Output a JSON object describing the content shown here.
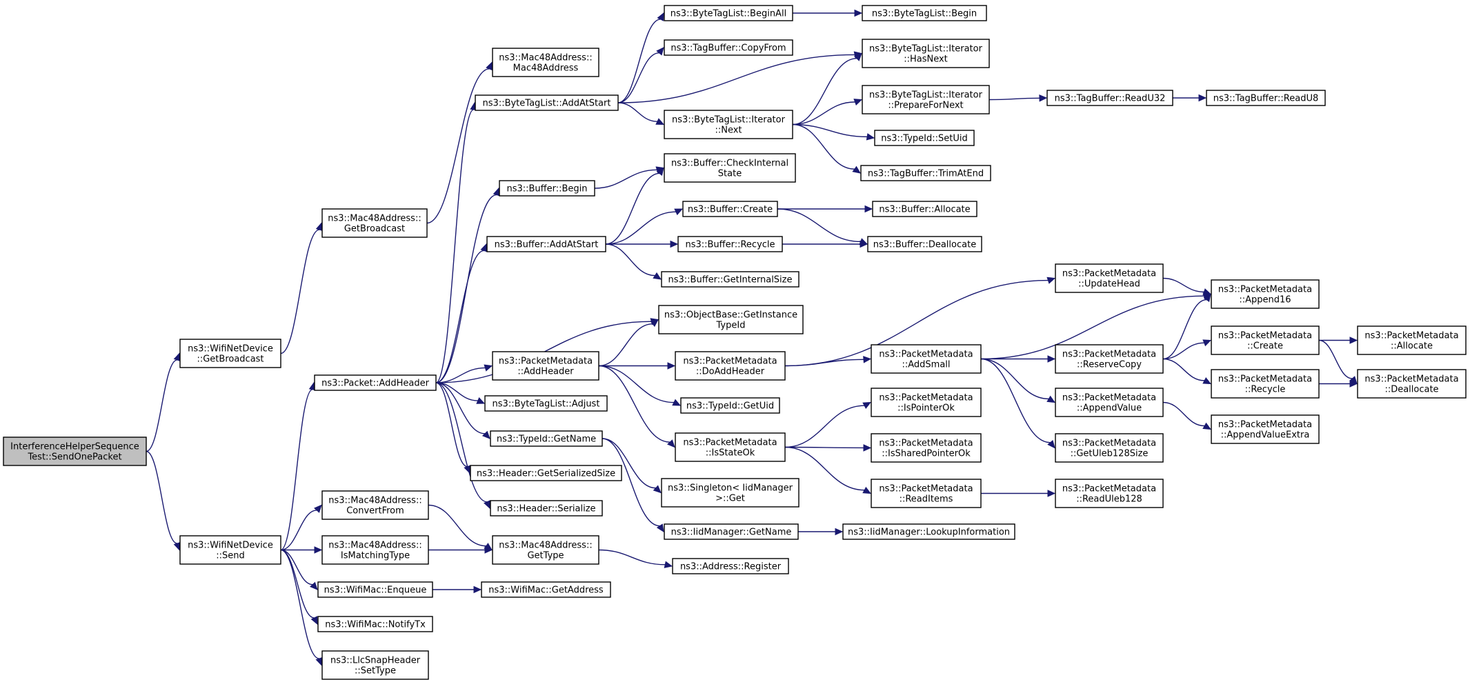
{
  "diagram": {
    "type": "call-graph",
    "root": "root",
    "colors": {
      "edge": "#191970",
      "root_fill": "#bfbfbf",
      "node_fill": "#ffffff",
      "border": "#000000"
    },
    "nodes": [
      {
        "id": "root",
        "lines": [
          "InterferenceHelperSequence",
          "Test::SendOnePacket"
        ]
      },
      {
        "id": "wnd_getbroadcast",
        "lines": [
          "ns3::WifiNetDevice",
          "::GetBroadcast"
        ]
      },
      {
        "id": "wnd_send",
        "lines": [
          "ns3::WifiNetDevice",
          "::Send"
        ]
      },
      {
        "id": "mac48_getbroadcast",
        "lines": [
          "ns3::Mac48Address::",
          "GetBroadcast"
        ]
      },
      {
        "id": "mac48_ctor",
        "lines": [
          "ns3::Mac48Address::",
          "Mac48Address"
        ]
      },
      {
        "id": "packet_addheader",
        "lines": [
          "ns3::Packet::AddHeader"
        ]
      },
      {
        "id": "mac48_convertfrom",
        "lines": [
          "ns3::Mac48Address::",
          "ConvertFrom"
        ]
      },
      {
        "id": "mac48_ismatchingtype",
        "lines": [
          "ns3::Mac48Address::",
          "IsMatchingType"
        ]
      },
      {
        "id": "wifimac_enqueue",
        "lines": [
          "ns3::WifiMac::Enqueue"
        ]
      },
      {
        "id": "wifimac_notifytx",
        "lines": [
          "ns3::WifiMac::NotifyTx"
        ]
      },
      {
        "id": "llcsnap_settype",
        "lines": [
          "ns3::LlcSnapHeader",
          "::SetType"
        ]
      },
      {
        "id": "btl_addatstart",
        "lines": [
          "ns3::ByteTagList::AddAtStart"
        ]
      },
      {
        "id": "buffer_begin",
        "lines": [
          "ns3::Buffer::Begin"
        ]
      },
      {
        "id": "buffer_addatstart",
        "lines": [
          "ns3::Buffer::AddAtStart"
        ]
      },
      {
        "id": "pm_addheader",
        "lines": [
          "ns3::PacketMetadata",
          "::AddHeader"
        ]
      },
      {
        "id": "btl_adjust",
        "lines": [
          "ns3::ByteTagList::Adjust"
        ]
      },
      {
        "id": "typeid_getname",
        "lines": [
          "ns3::TypeId::GetName"
        ]
      },
      {
        "id": "header_getserializedsize",
        "lines": [
          "ns3::Header::GetSerializedSize"
        ]
      },
      {
        "id": "header_serialize",
        "lines": [
          "ns3::Header::Serialize"
        ]
      },
      {
        "id": "mac48_gettype",
        "lines": [
          "ns3::Mac48Address::",
          "GetType"
        ]
      },
      {
        "id": "wifimac_getaddress",
        "lines": [
          "ns3::WifiMac::GetAddress"
        ]
      },
      {
        "id": "btl_beginall",
        "lines": [
          "ns3::ByteTagList::BeginAll"
        ]
      },
      {
        "id": "tagbuffer_copyfrom",
        "lines": [
          "ns3::TagBuffer::CopyFrom"
        ]
      },
      {
        "id": "btl_iter_next",
        "lines": [
          "ns3::ByteTagList::Iterator",
          "::Next"
        ]
      },
      {
        "id": "buffer_checkinternal",
        "lines": [
          "ns3::Buffer::CheckInternal",
          "State"
        ]
      },
      {
        "id": "buffer_create",
        "lines": [
          "ns3::Buffer::Create"
        ]
      },
      {
        "id": "buffer_recycle",
        "lines": [
          "ns3::Buffer::Recycle"
        ]
      },
      {
        "id": "buffer_getinternalsize",
        "lines": [
          "ns3::Buffer::GetInternalSize"
        ]
      },
      {
        "id": "objectbase_getinstancetypeid",
        "lines": [
          "ns3::ObjectBase::GetInstance",
          "TypeId"
        ]
      },
      {
        "id": "pm_doaddheader",
        "lines": [
          "ns3::PacketMetadata",
          "::DoAddHeader"
        ]
      },
      {
        "id": "typeid_getuid",
        "lines": [
          "ns3::TypeId::GetUid"
        ]
      },
      {
        "id": "pm_isstateok",
        "lines": [
          "ns3::PacketMetadata",
          "::IsStateOk"
        ]
      },
      {
        "id": "singleton_get",
        "lines": [
          "ns3::Singleton< IidManager",
          ">::Get"
        ]
      },
      {
        "id": "iidmanager_getname",
        "lines": [
          "ns3::IidManager::GetName"
        ]
      },
      {
        "id": "address_register",
        "lines": [
          "ns3::Address::Register"
        ]
      },
      {
        "id": "btl_begin",
        "lines": [
          "ns3::ByteTagList::Begin"
        ]
      },
      {
        "id": "btl_iter_hasnext",
        "lines": [
          "ns3::ByteTagList::Iterator",
          "::HasNext"
        ]
      },
      {
        "id": "btl_iter_preparefornext",
        "lines": [
          "ns3::ByteTagList::Iterator",
          "::PrepareForNext"
        ]
      },
      {
        "id": "typeid_setuid",
        "lines": [
          "ns3::TypeId::SetUid"
        ]
      },
      {
        "id": "tagbuffer_trimatend",
        "lines": [
          "ns3::TagBuffer::TrimAtEnd"
        ]
      },
      {
        "id": "buffer_allocate",
        "lines": [
          "ns3::Buffer::Allocate"
        ]
      },
      {
        "id": "buffer_deallocate",
        "lines": [
          "ns3::Buffer::Deallocate"
        ]
      },
      {
        "id": "pm_updatehead",
        "lines": [
          "ns3::PacketMetadata",
          "::UpdateHead"
        ]
      },
      {
        "id": "pm_addsmall",
        "lines": [
          "ns3::PacketMetadata",
          "::AddSmall"
        ]
      },
      {
        "id": "pm_ispointerok",
        "lines": [
          "ns3::PacketMetadata",
          "::IsPointerOk"
        ]
      },
      {
        "id": "pm_issharedpointerok",
        "lines": [
          "ns3::PacketMetadata",
          "::IsSharedPointerOk"
        ]
      },
      {
        "id": "pm_readitems",
        "lines": [
          "ns3::PacketMetadata",
          "::ReadItems"
        ]
      },
      {
        "id": "iidmanager_lookupinformation",
        "lines": [
          "ns3::IidManager::LookupInformation"
        ]
      },
      {
        "id": "tagbuffer_readu32",
        "lines": [
          "ns3::TagBuffer::ReadU32"
        ]
      },
      {
        "id": "pm_append16",
        "lines": [
          "ns3::PacketMetadata",
          "::Append16"
        ]
      },
      {
        "id": "pm_reservecopy",
        "lines": [
          "ns3::PacketMetadata",
          "::ReserveCopy"
        ]
      },
      {
        "id": "pm_appendvalue",
        "lines": [
          "ns3::PacketMetadata",
          "::AppendValue"
        ]
      },
      {
        "id": "pm_getuleb128size",
        "lines": [
          "ns3::PacketMetadata",
          "::GetUleb128Size"
        ]
      },
      {
        "id": "pm_readuleb128",
        "lines": [
          "ns3::PacketMetadata",
          "::ReadUleb128"
        ]
      },
      {
        "id": "tagbuffer_readu8",
        "lines": [
          "ns3::TagBuffer::ReadU8"
        ]
      },
      {
        "id": "pm_create",
        "lines": [
          "ns3::PacketMetadata",
          "::Create"
        ]
      },
      {
        "id": "pm_recycle",
        "lines": [
          "ns3::PacketMetadata",
          "::Recycle"
        ]
      },
      {
        "id": "pm_appendvalueextra",
        "lines": [
          "ns3::PacketMetadata",
          "::AppendValueExtra"
        ]
      },
      {
        "id": "pm_allocate",
        "lines": [
          "ns3::PacketMetadata",
          "::Allocate"
        ]
      },
      {
        "id": "pm_deallocate",
        "lines": [
          "ns3::PacketMetadata",
          "::Deallocate"
        ]
      }
    ],
    "edges": [
      [
        "root",
        "wnd_getbroadcast"
      ],
      [
        "root",
        "wnd_send"
      ],
      [
        "wnd_getbroadcast",
        "mac48_getbroadcast"
      ],
      [
        "mac48_getbroadcast",
        "mac48_ctor"
      ],
      [
        "wnd_send",
        "packet_addheader"
      ],
      [
        "wnd_send",
        "mac48_convertfrom"
      ],
      [
        "wnd_send",
        "mac48_ismatchingtype"
      ],
      [
        "wnd_send",
        "wifimac_enqueue"
      ],
      [
        "wnd_send",
        "wifimac_notifytx"
      ],
      [
        "wnd_send",
        "llcsnap_settype"
      ],
      [
        "packet_addheader",
        "btl_addatstart"
      ],
      [
        "packet_addheader",
        "buffer_begin"
      ],
      [
        "packet_addheader",
        "buffer_addatstart"
      ],
      [
        "packet_addheader",
        "objectbase_getinstancetypeid"
      ],
      [
        "packet_addheader",
        "pm_addheader"
      ],
      [
        "packet_addheader",
        "btl_adjust"
      ],
      [
        "packet_addheader",
        "typeid_getname"
      ],
      [
        "packet_addheader",
        "header_getserializedsize"
      ],
      [
        "packet_addheader",
        "header_serialize"
      ],
      [
        "mac48_convertfrom",
        "mac48_gettype"
      ],
      [
        "mac48_ismatchingtype",
        "mac48_gettype"
      ],
      [
        "wifimac_enqueue",
        "wifimac_getaddress"
      ],
      [
        "btl_addatstart",
        "btl_beginall"
      ],
      [
        "btl_addatstart",
        "tagbuffer_copyfrom"
      ],
      [
        "btl_addatstart",
        "btl_iter_hasnext"
      ],
      [
        "btl_addatstart",
        "btl_iter_next"
      ],
      [
        "btl_beginall",
        "btl_begin"
      ],
      [
        "btl_iter_next",
        "btl_iter_hasnext"
      ],
      [
        "btl_iter_next",
        "btl_iter_preparefornext"
      ],
      [
        "btl_iter_next",
        "typeid_setuid"
      ],
      [
        "btl_iter_next",
        "tagbuffer_trimatend"
      ],
      [
        "btl_iter_preparefornext",
        "tagbuffer_readu32"
      ],
      [
        "tagbuffer_readu32",
        "tagbuffer_readu8"
      ],
      [
        "buffer_begin",
        "buffer_checkinternal"
      ],
      [
        "buffer_addatstart",
        "buffer_checkinternal"
      ],
      [
        "buffer_addatstart",
        "buffer_create"
      ],
      [
        "buffer_addatstart",
        "buffer_recycle"
      ],
      [
        "buffer_addatstart",
        "buffer_getinternalsize"
      ],
      [
        "buffer_create",
        "buffer_allocate"
      ],
      [
        "buffer_create",
        "buffer_deallocate"
      ],
      [
        "buffer_recycle",
        "buffer_deallocate"
      ],
      [
        "pm_addheader",
        "objectbase_getinstancetypeid"
      ],
      [
        "pm_addheader",
        "pm_doaddheader"
      ],
      [
        "pm_addheader",
        "typeid_getuid"
      ],
      [
        "pm_addheader",
        "pm_isstateok"
      ],
      [
        "pm_doaddheader",
        "pm_updatehead"
      ],
      [
        "pm_doaddheader",
        "pm_addsmall"
      ],
      [
        "pm_updatehead",
        "pm_append16"
      ],
      [
        "pm_addsmall",
        "pm_append16"
      ],
      [
        "pm_addsmall",
        "pm_reservecopy"
      ],
      [
        "pm_addsmall",
        "pm_appendvalue"
      ],
      [
        "pm_addsmall",
        "pm_getuleb128size"
      ],
      [
        "pm_reservecopy",
        "pm_append16"
      ],
      [
        "pm_reservecopy",
        "pm_create"
      ],
      [
        "pm_reservecopy",
        "pm_recycle"
      ],
      [
        "pm_create",
        "pm_allocate"
      ],
      [
        "pm_create",
        "pm_deallocate"
      ],
      [
        "pm_recycle",
        "pm_deallocate"
      ],
      [
        "pm_appendvalue",
        "pm_appendvalueextra"
      ],
      [
        "pm_isstateok",
        "pm_ispointerok"
      ],
      [
        "pm_isstateok",
        "pm_issharedpointerok"
      ],
      [
        "pm_isstateok",
        "pm_readitems"
      ],
      [
        "pm_readitems",
        "pm_readuleb128"
      ],
      [
        "typeid_getname",
        "singleton_get"
      ],
      [
        "typeid_getname",
        "iidmanager_getname"
      ],
      [
        "iidmanager_getname",
        "iidmanager_lookupinformation"
      ],
      [
        "mac48_gettype",
        "address_register"
      ]
    ]
  }
}
